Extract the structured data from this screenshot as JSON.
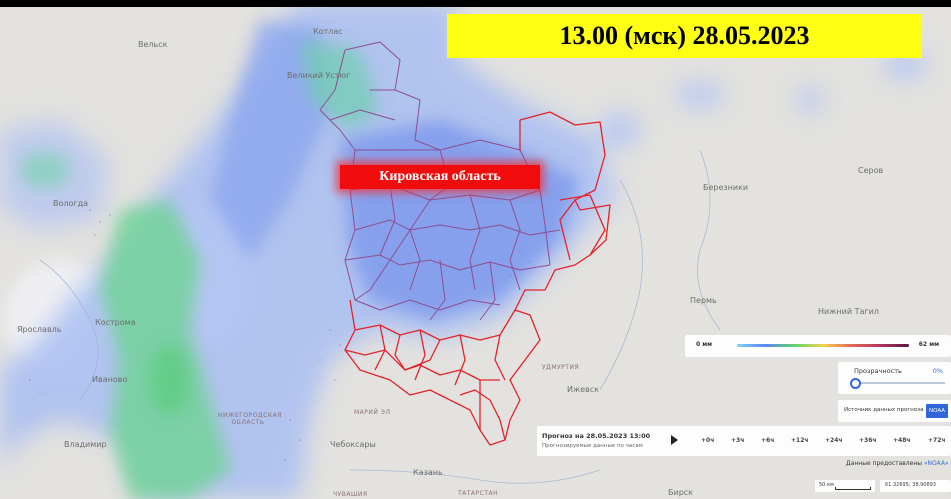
{
  "banner": {
    "text": "13.00 (мск) 28.05.2023"
  },
  "region_label": "Кировская область",
  "cities": {
    "velsk": "Вельск",
    "kotlas": "Котлас",
    "velikiy_ustyug": "Великий Устюг",
    "vologda": "Вологда",
    "berezniki": "Березники",
    "serov": "Серов",
    "perm": "Пермь",
    "nizhniy_tagil": "Нижний Тагил",
    "kostroma": "Кострома",
    "yaroslavl": "Ярославль",
    "ivanovo": "Иваново",
    "udmurtiya": "УДМУРТИЯ",
    "izhevsk": "Ижевск",
    "mariy_el": "МАРИЙ ЭЛ",
    "nizhegorodskaya": "НИЖЕГОРОДСКАЯ ОБЛАСТЬ",
    "vladimir": "Владимир",
    "cheboksary": "Чебоксары",
    "kazan": "Казань",
    "tatarstan": "ТАТАРСТАН",
    "chuvashiya": "ЧУВАШИЯ",
    "eysk": "Бирск"
  },
  "legend": {
    "min": "0 мм",
    "max": "62 мм"
  },
  "opacity": {
    "label": "Прозрачность",
    "value": "0%"
  },
  "source": {
    "label": "Источник данных прогноза",
    "badge": "NOAA"
  },
  "timeline": {
    "title": "Прогноз на 28.05.2023 13:00",
    "subtitle": "Прогнозируемые данные по часам",
    "steps": [
      "+0ч",
      "+3ч",
      "+6ч",
      "+12ч",
      "+24ч",
      "+36ч",
      "+48ч",
      "+72ч"
    ]
  },
  "provided": {
    "text": "Данные предоставлены ",
    "link": "«NOAA»"
  },
  "scale": {
    "label": "50 км"
  },
  "coords": {
    "text": "61.32695; 38.90893"
  },
  "colors": {
    "banner": "#ffff14",
    "region_border": "#e8232c",
    "district_border": "#8a4a8c",
    "precip_light": "#7aa8f2",
    "precip_mid": "#5fd08a",
    "label_bg": "#f00c0c"
  }
}
